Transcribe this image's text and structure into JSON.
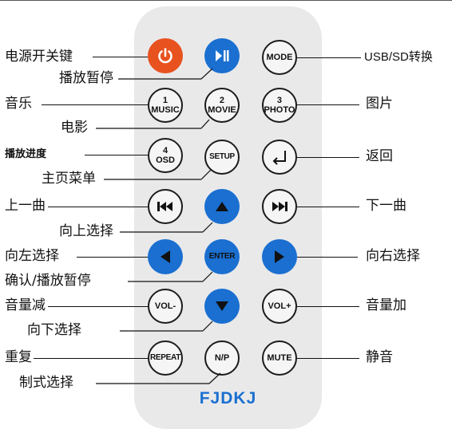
{
  "remote": {
    "brand": "FJDKJ",
    "buttons": {
      "power": "power-icon",
      "play_pause": "play-pause-icon",
      "mode": "MODE",
      "music_num": "1",
      "music": "MUSIC",
      "movie_num": "2",
      "movie": "MOVIE",
      "photo_num": "3",
      "photo": "PHOTO",
      "osd_num": "4",
      "osd": "OSD",
      "setup": "SETUP",
      "return": "return-icon",
      "prev": "previous-track-icon",
      "up": "arrow-up-icon",
      "next": "next-track-icon",
      "left": "arrow-left-icon",
      "enter": "ENTER",
      "right": "arrow-right-icon",
      "vol_down": "VOL-",
      "down": "arrow-down-icon",
      "vol_up": "VOL+",
      "repeat": "REPEAT",
      "np": "N/P",
      "mute": "MUTE"
    },
    "colors": {
      "power": "#e8521f",
      "blue": "#1a6fd0",
      "body": "#e9e9ea"
    }
  },
  "labels": {
    "power": "电源开关键",
    "play_pause": "播放暂停",
    "mode": "USB/SD转换",
    "music": "音乐",
    "movie": "电影",
    "photo": "图片",
    "osd": "播放进度",
    "setup": "主页菜单",
    "return": "返回",
    "prev": "上一曲",
    "up": "向上选择",
    "next": "下一曲",
    "left": "向左选择",
    "enter": "确认/播放暂停",
    "right": "向右选择",
    "vol_down": "音量减",
    "down": "向下选择",
    "vol_up": "音量加",
    "repeat": "重复",
    "np": "制式选择",
    "mute": "静音"
  }
}
